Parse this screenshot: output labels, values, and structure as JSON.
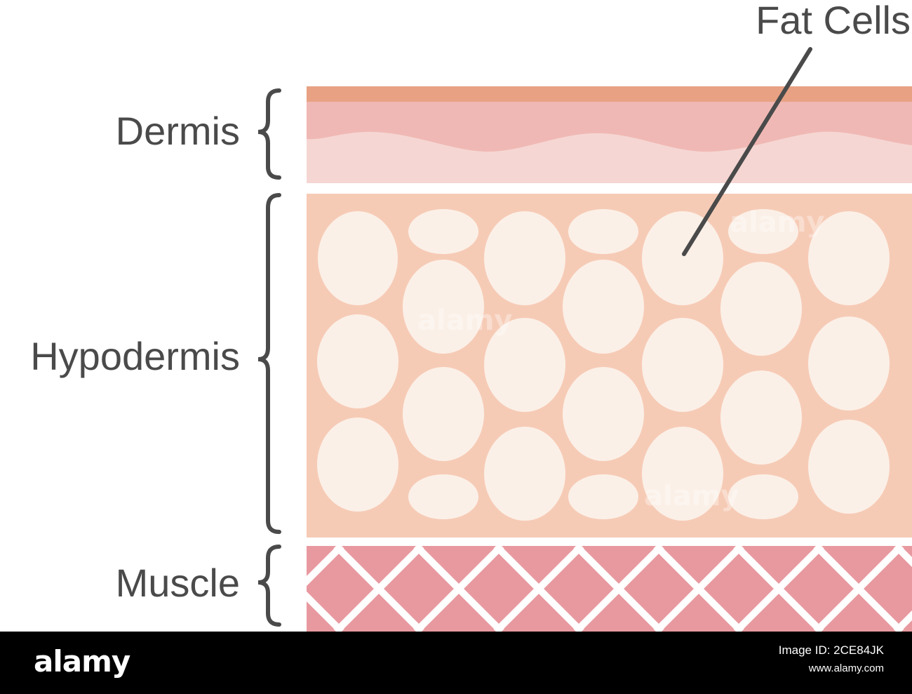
{
  "labels": {
    "dermis": "Dermis",
    "hypodermis": "Hypodermis",
    "muscle": "Muscle",
    "fat_cells": "Fat Cells"
  },
  "footer": {
    "brand": "alamy",
    "image_id": "Image ID: 2CE84JK",
    "site": "www.alamy.com"
  },
  "watermark": "alamy",
  "colors": {
    "epidermis": "#e8a283",
    "dermis_upper": "#f0b8b4",
    "dermis_lower": "#f5d6d3",
    "hypodermis": "#f6cbb6",
    "fat_cell": "#fbf0e7",
    "muscle": "#e8999f",
    "label_text": "#4a4a4a"
  }
}
